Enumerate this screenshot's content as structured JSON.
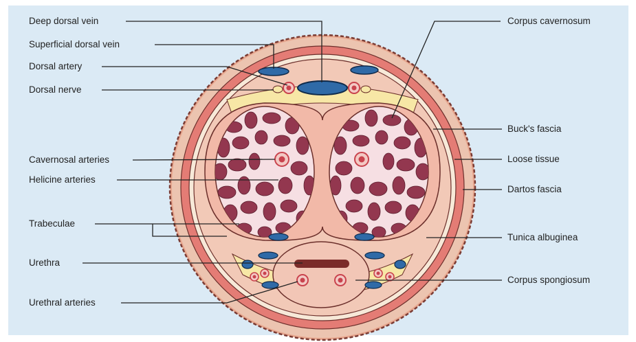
{
  "labels": {
    "deep_dorsal_vein": "Deep dorsal vein",
    "superficial_dorsal_vein": "Superficial dorsal vein",
    "dorsal_artery": "Dorsal artery",
    "dorsal_nerve": "Dorsal nerve",
    "cavernosal_arteries": "Cavernosal arteries",
    "helicine_arteries": "Helicine arteries",
    "trabeculae": "Trabeculae",
    "urethra": "Urethra",
    "urethral_arteries": "Urethral arteries",
    "corpus_cavernosum": "Corpus cavernosum",
    "bucks_fascia": "Buck's fascia",
    "loose_tissue": "Loose tissue",
    "dartos_fascia": "Dartos fascia",
    "tunica_albuginea": "Tunica albuginea",
    "corpus_spongiosum": "Corpus spongiosum"
  },
  "colors": {
    "background": "#dbeaf5",
    "skin": "#ecc4b0",
    "dartos": "#e47c75",
    "fascia": "#f5d6c4",
    "fat": "#f7e7a6",
    "vein": "#2f6aa7",
    "artery": "#c9434d",
    "sinusoid": "#93374f",
    "line": "#222222"
  }
}
